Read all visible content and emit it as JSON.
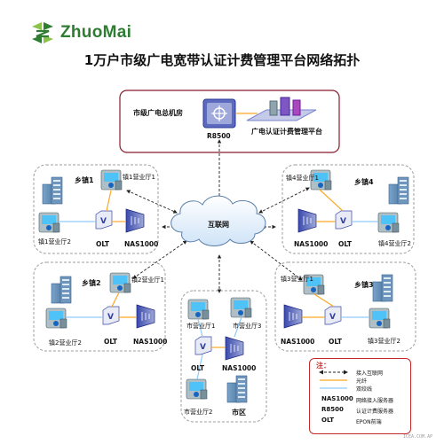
{
  "brand": {
    "name": "ZhuoMai",
    "colors": {
      "green": "#2e7d32",
      "lightgreen": "#8bc34a",
      "red": "#c62828",
      "blue": "#3f51b5"
    }
  },
  "title": "1万户市级广电宽带认证计费管理平台网络拓扑",
  "datacenter": {
    "label": "市级广电总机房",
    "router": "R8500",
    "platform": "广电认证计费管理平台"
  },
  "internet": {
    "label": "互联网"
  },
  "towns": {
    "t1": {
      "name": "乡镇1",
      "hall1": "镇1营业厅1",
      "hall2": "镇1营业厅2",
      "olt": "OLT",
      "nas": "NAS1000"
    },
    "t2": {
      "name": "乡镇2",
      "hall1": "镇2营业厅1",
      "hall2": "镇2营业厅2",
      "olt": "OLT",
      "nas": "NAS1000"
    },
    "t3": {
      "name": "乡镇3",
      "hall1": "镇3营业厅1",
      "hall2": "镇3营业厅2",
      "olt": "OLT",
      "nas": "NAS1000"
    },
    "t4": {
      "name": "镇4营业厅1",
      "short": "乡镇4",
      "hall2": "镇4营业厅2",
      "olt": "OLT",
      "nas": "NAS1000"
    }
  },
  "city": {
    "name": "市区",
    "hall1": "市营业厅1",
    "hall2": "市营业厅2",
    "hall3": "市营业厅3",
    "olt": "OLT",
    "nas": "NAS1000"
  },
  "legend": {
    "title": "注：",
    "access": "接入互联网",
    "fiber": "光纤",
    "twisted": "双绞线",
    "nas_key": "NAS1000",
    "nas_val": "网络接入服务器",
    "r_key": "R8500",
    "r_val": "认证计费服务器",
    "olt_key": "OLT",
    "olt_val": "EPON前端"
  },
  "watermark": "ICEA.COM.AP"
}
